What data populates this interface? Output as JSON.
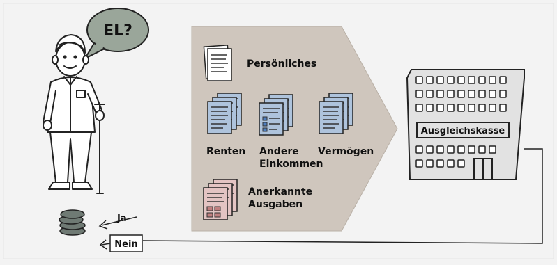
{
  "speech_bubble": {
    "text": "EL?"
  },
  "documents": {
    "personal": "Persönliches",
    "pensions": "Renten",
    "other_income": [
      "Andere",
      "Einkommen"
    ],
    "assets": "Vermögen",
    "expenses": [
      "Anerkannte",
      "Ausgaben"
    ]
  },
  "office": {
    "sign": "Ausgleichskasse"
  },
  "decision": {
    "yes": "Ja",
    "no": "Nein"
  },
  "colors": {
    "background": "#f3f3f3",
    "arrow_fill": "#cfc6bd",
    "bubble_fill": "#9aa69a",
    "doc_blue": "#aec3dc",
    "doc_pink": "#e3c4c3",
    "building": "#e2e2e2",
    "coins": "#6f7a74"
  },
  "icons": [
    "person-with-crutch-icon",
    "coin-stack-icon",
    "document-stack-icon",
    "office-building-icon"
  ]
}
